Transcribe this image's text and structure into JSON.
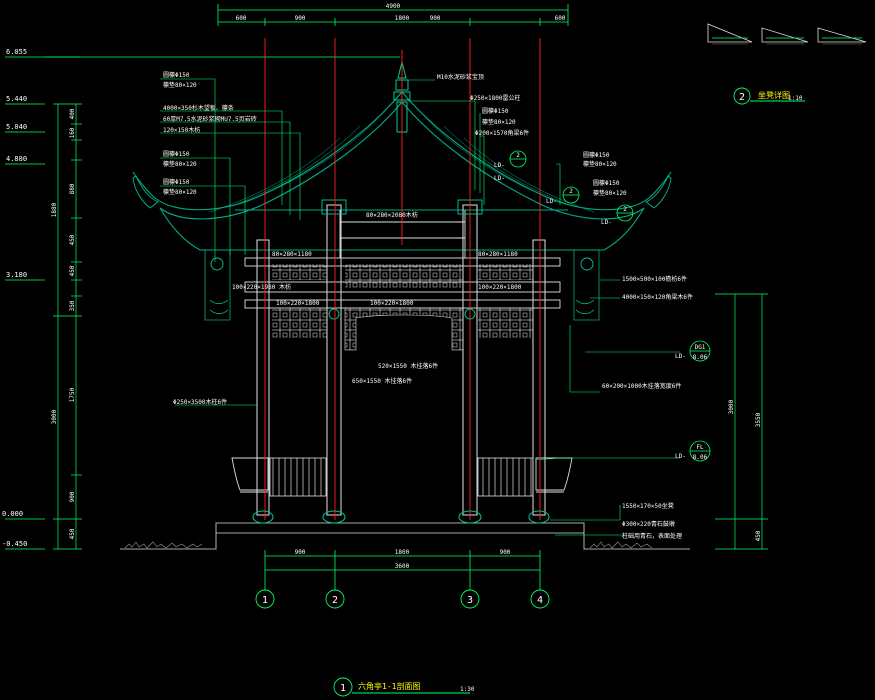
{
  "colors": {
    "background": "#000000",
    "dimension": "#00ff66",
    "axis_line": "#ff2020",
    "structure": "#ffffff",
    "roof": "#00aa88",
    "annotation": "#ffff00"
  },
  "top_dims": {
    "overall": "4900",
    "segments": [
      "600",
      "900",
      "1800",
      "900",
      "600"
    ]
  },
  "bottom_dims": {
    "overall": "3600",
    "segments": [
      "900",
      "1800",
      "900"
    ]
  },
  "levels": [
    "6.055",
    "5.440",
    "5.040",
    "4.880",
    "3.180",
    "0.000",
    "-0.450"
  ],
  "left_dims": [
    "400",
    "160",
    "450",
    "880",
    "1880",
    "450",
    "350",
    "1750",
    "3000",
    "900",
    "450"
  ],
  "right_dims": [
    "3000",
    "3550",
    "450"
  ],
  "axes": [
    "1",
    "2",
    "3",
    "4"
  ],
  "left_notes": [
    "圆檩Φ150",
    "檩垫80×120",
    "4000×350杉木望板、檩条",
    "60厚M7.5水泥砂浆砌MU7.5页岩砖",
    "120×150木枋",
    "圆檩Φ150",
    "檩垫80×120",
    "圆檩Φ150",
    "檩垫80×120",
    "Φ250×3500木柱6件"
  ],
  "top_notes": [
    "M10水泥砂浆宝顶",
    "Φ250×1800雷公柱",
    "圆檩Φ150",
    "檩垫80×120",
    "Φ200×1570角梁6件"
  ],
  "right_notes": [
    "圆檩Φ150",
    "檩垫80×120",
    "圆檩Φ150",
    "檩垫80×120",
    "1500×500×100檐枋6件",
    "4000×150×120角梁木6件",
    "60×200×1000木挂落宽度6件",
    "1550×170×50坐凳",
    "Φ300×220青石鼓墩",
    "柱础用青石，表面处理"
  ],
  "center_notes": [
    "80×280×2080木枋",
    "80×280×1180",
    "80×280×1180",
    "100×220×1980 木枋",
    "100×220×1800",
    "100×220×1800",
    "100×220×1800",
    "520×1550 木挂落6件",
    "650×1550 木挂落6件"
  ],
  "callouts": [
    {
      "top": "2",
      "prefix": "LD-"
    },
    {
      "top": "2",
      "prefix": "LD-"
    },
    {
      "top": "2",
      "prefix": "LD-"
    },
    {
      "top": "2",
      "prefix": "LD-"
    },
    {
      "top": "DG1",
      "bottom": "8.06",
      "prefix": "LD-"
    },
    {
      "top": "FL",
      "bottom": "8.06",
      "prefix": "LD-"
    }
  ],
  "detail_title": {
    "number": "2",
    "label": "坐凳详图",
    "scale": "1:10"
  },
  "main_title": {
    "number": "1",
    "label": "六角亭1-1剖面图",
    "scale": "1:30"
  }
}
